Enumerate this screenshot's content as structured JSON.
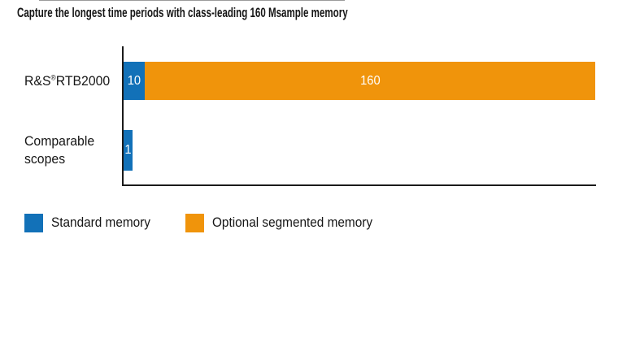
{
  "title": "Capture the longest time periods with class-leading 160 Msample memory",
  "chart_data": {
    "type": "bar",
    "orientation": "horizontal",
    "stacked": true,
    "title": "Capture the longest time periods with class-leading 160 Msample memory",
    "categories": [
      "R&S®RTB2000",
      "Comparable scopes"
    ],
    "series": [
      {
        "name": "Standard memory",
        "color": "#1271b8",
        "values": [
          10,
          1
        ]
      },
      {
        "name": "Optional segmented memory",
        "color": "#f0940b",
        "values": [
          160,
          0
        ]
      }
    ],
    "data_labels": {
      "row1_standard": "10",
      "row1_segmented": "160",
      "row2_standard": "1"
    },
    "value_unit": "Msample",
    "xlim": [
      0,
      170
    ],
    "grid": false,
    "legend_position": "bottom",
    "axis_color": "#1a1a1a"
  },
  "bars": {
    "row1": {
      "label_pre": "R&S",
      "label_reg": "®",
      "label_post": "RTB2000",
      "standard_value": "10",
      "segmented_value": "160"
    },
    "row2": {
      "label_line1": "Comparable",
      "label_line2": "scopes",
      "standard_value": "1"
    }
  },
  "legend": {
    "items": [
      {
        "label": "Standard memory",
        "color": "#1271b8"
      },
      {
        "label": "Optional segmented memory",
        "color": "#f0940b"
      }
    ]
  },
  "colors": {
    "standard_blue": "#1271b8",
    "segmented_orange": "#f0940b",
    "axis": "#1a1a1a",
    "text": "#161616"
  }
}
